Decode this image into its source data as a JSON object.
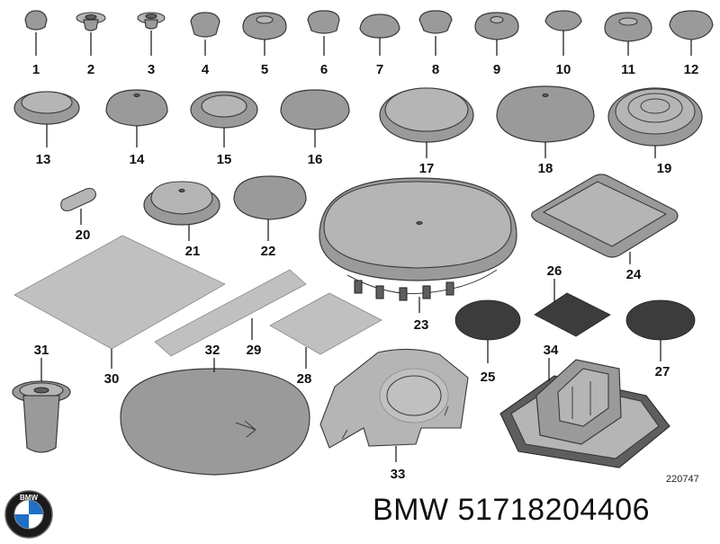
{
  "diagram": {
    "labels": [
      "1",
      "2",
      "3",
      "4",
      "5",
      "6",
      "7",
      "8",
      "9",
      "10",
      "11",
      "12",
      "13",
      "14",
      "15",
      "16",
      "17",
      "18",
      "19",
      "20",
      "21",
      "22",
      "23",
      "24",
      "25",
      "26",
      "27",
      "28",
      "29",
      "30",
      "31",
      "32",
      "33",
      "34"
    ],
    "reference_number": "220747"
  },
  "footer": {
    "brand": "BMW",
    "part_number": "51718204406",
    "logo_text": "BMW"
  },
  "colors": {
    "part_fill": "#9a9a9a",
    "sheet_fill": "#c0c0c0",
    "dark_fill": "#3c3c3c",
    "label_color": "#111111"
  }
}
